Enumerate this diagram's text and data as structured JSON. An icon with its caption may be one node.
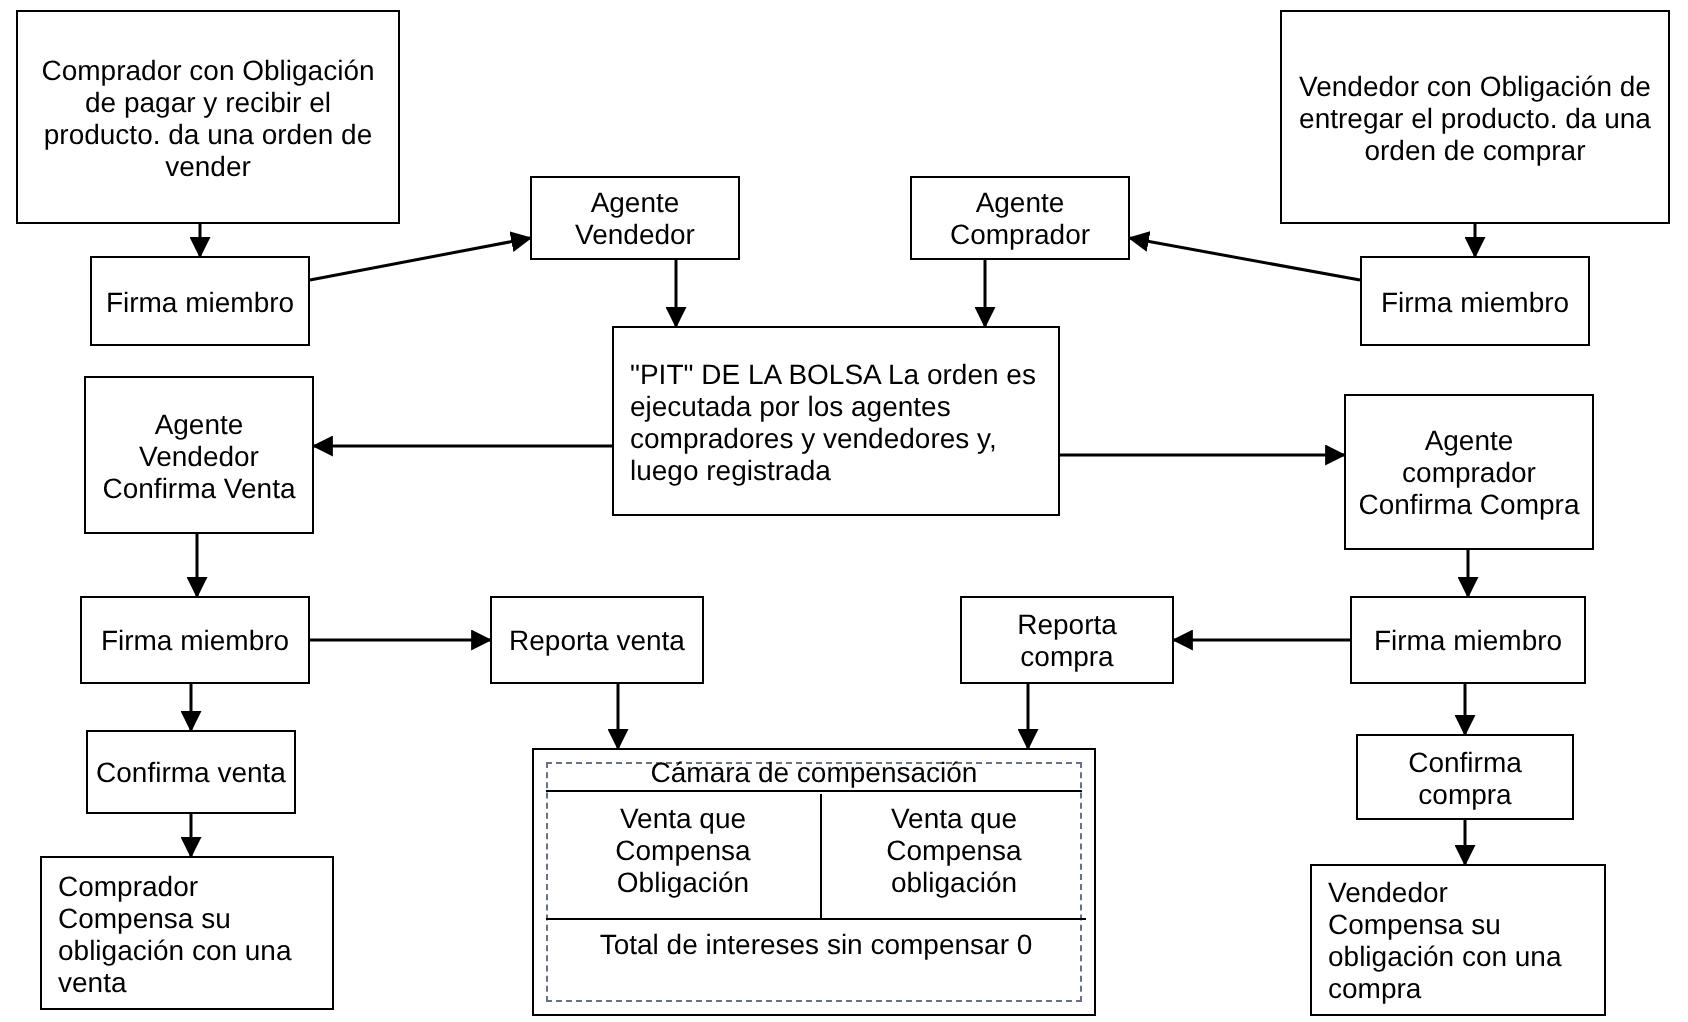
{
  "diagram": {
    "nodes": [
      {
        "text": [
          "Comprador con Obligación de pagar y recibir el producto. da una orden de vender"
        ]
      },
      {
        "text": [
          "Firma miembro"
        ]
      },
      {
        "text": [
          "Agente Vendedor"
        ]
      },
      {
        "text": [
          "Agente Comprador"
        ]
      },
      {
        "text": [
          "Vendedor con Obligación de entregar el producto. da una orden de comprar"
        ]
      },
      {
        "text": [
          "Firma miembro"
        ]
      },
      {
        "text": [
          "\"PIT\" DE LA BOLSA La orden es ejecutada por los agentes compradores y vendedores y, luego registrada"
        ]
      },
      {
        "text": [
          "Agente Vendedor Confirma Venta"
        ]
      },
      {
        "text": [
          "Agente comprador Confirma Compra"
        ]
      },
      {
        "text": [
          "Firma miembro"
        ]
      },
      {
        "text": [
          "Reporta venta"
        ]
      },
      {
        "text": [
          "Reporta compra"
        ]
      },
      {
        "text": [
          "Firma miembro"
        ]
      },
      {
        "text": [
          "Confirma venta"
        ]
      },
      {
        "text": [
          "Confirma compra"
        ]
      },
      {
        "text": [
          "Comprador Compensa su obligación con una venta"
        ]
      },
      {
        "text": [
          "Vendedor Compensa su obligación con una compra"
        ]
      },
      {
        "text": [
          "Cámara de compensación"
        ]
      },
      {
        "text": [
          "Venta que Compensa Obligación"
        ],
        "in": 17
      },
      {
        "text": [
          "Venta que Compensa obligación"
        ],
        "in": 17
      },
      {
        "text": [
          "Total de intereses sin compensar 0"
        ],
        "in": 17
      }
    ],
    "edges": [
      {
        "from": 0,
        "to": 1,
        "arrow": "to"
      },
      {
        "from": 1,
        "to": 2,
        "arrow": "to"
      },
      {
        "from": 2,
        "to": 6,
        "arrow": "to"
      },
      {
        "from": 3,
        "to": 6,
        "arrow": "to"
      },
      {
        "from": 5,
        "to": 3,
        "arrow": "to"
      },
      {
        "from": 4,
        "to": 5,
        "arrow": "to"
      },
      {
        "from": 6,
        "to": 7,
        "arrow": "to"
      },
      {
        "from": 6,
        "to": 8,
        "arrow": "to"
      },
      {
        "from": 7,
        "to": 9,
        "arrow": "to"
      },
      {
        "from": 9,
        "to": 10,
        "arrow": "to"
      },
      {
        "from": 9,
        "to": 13,
        "arrow": "to"
      },
      {
        "from": 13,
        "to": 15,
        "arrow": "to"
      },
      {
        "from": 10,
        "to": 17,
        "arrow": "to"
      },
      {
        "from": 11,
        "to": 17,
        "arrow": "to"
      },
      {
        "from": 8,
        "to": 12,
        "arrow": "to"
      },
      {
        "from": 12,
        "to": 11,
        "arrow": "to"
      },
      {
        "from": 12,
        "to": 14,
        "arrow": "to"
      },
      {
        "from": 14,
        "to": 16,
        "arrow": "to"
      }
    ]
  }
}
